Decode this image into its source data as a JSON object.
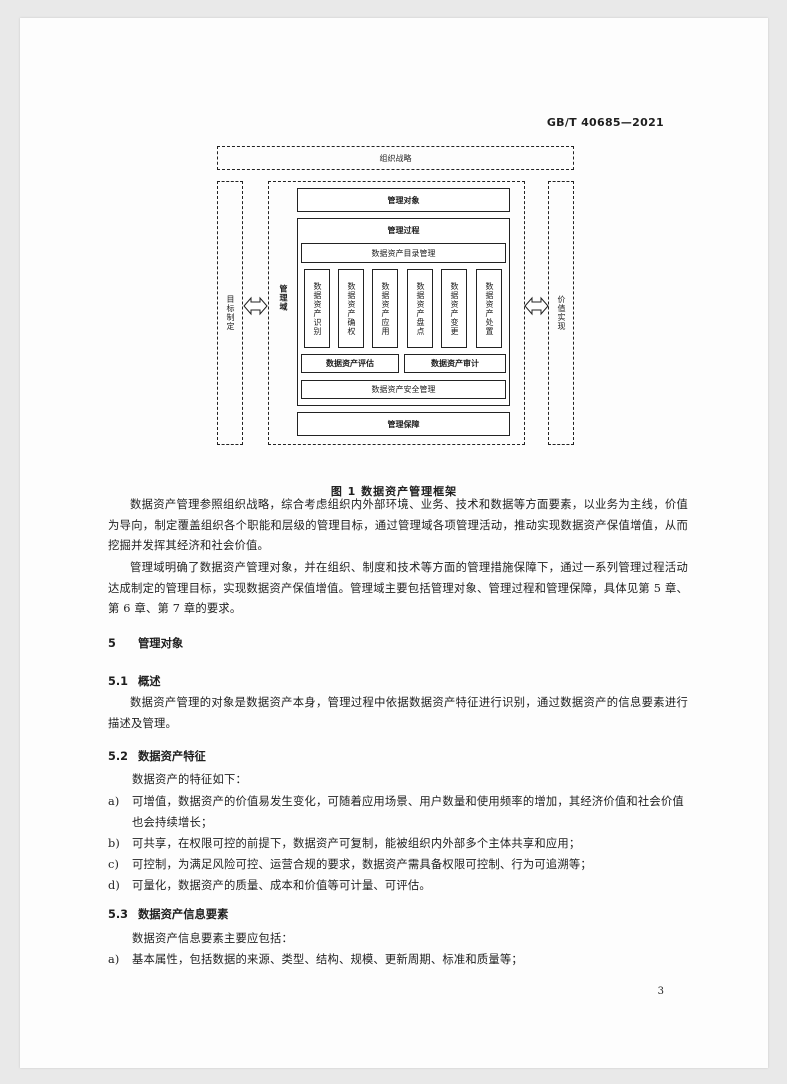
{
  "header": {
    "standard_number": "GB/T 40685—2021"
  },
  "figure": {
    "org_strategy": "组织战略",
    "left_column": "目标制定",
    "right_column": "价值实现",
    "domain_label": "管理域",
    "object_box": "管理对象",
    "process_box": "管理过程",
    "catalog_box": "数据资产目录管理",
    "activities": [
      "数据资产识别",
      "数据资产确权",
      "数据资产应用",
      "数据资产盘点",
      "数据资产变更",
      "数据资产处置"
    ],
    "evaluation_box": "数据资产评估",
    "audit_box": "数据资产审计",
    "security_box": "数据资产安全管理",
    "guarantee_box": "管理保障",
    "caption": "图 1   数据资产管理框架"
  },
  "paragraphs": {
    "p1": "数据资产管理参照组织战略，综合考虑组织内外部环境、业务、技术和数据等方面要素，以业务为主线，价值为导向，制定覆盖组织各个职能和层级的管理目标，通过管理域各项管理活动，推动实现数据资产保值增值，从而挖掘并发挥其经济和社会价值。",
    "p2": "管理域明确了数据资产管理对象，并在组织、制度和技术等方面的管理措施保障下，通过一系列管理过程活动达成制定的管理目标，实现数据资产保值增值。管理域主要包括管理对象、管理过程和管理保障，具体见第 5 章、第 6 章、第 7 章的要求。"
  },
  "section5": {
    "num": "5",
    "title": "管理对象"
  },
  "section5_1": {
    "num": "5.1",
    "title": "概述",
    "text": "数据资产管理的对象是数据资产本身，管理过程中依据数据资产特征进行识别，通过数据资产的信息要素进行描述及管理。"
  },
  "section5_2": {
    "num": "5.2",
    "title": "数据资产特征",
    "intro": "数据资产的特征如下：",
    "items": [
      {
        "marker": "a)",
        "text": "可增值，数据资产的价值易发生变化，可随着应用场景、用户数量和使用频率的增加，其经济价值和社会价值也会持续增长；"
      },
      {
        "marker": "b)",
        "text": "可共享，在权限可控的前提下，数据资产可复制，能被组织内外部多个主体共享和应用；"
      },
      {
        "marker": "c)",
        "text": "可控制，为满足风险可控、运营合规的要求，数据资产需具备权限可控制、行为可追溯等；"
      },
      {
        "marker": "d)",
        "text": "可量化，数据资产的质量、成本和价值等可计量、可评估。"
      }
    ]
  },
  "section5_3": {
    "num": "5.3",
    "title": "数据资产信息要素",
    "intro": "数据资产信息要素主要应包括：",
    "items": [
      {
        "marker": "a)",
        "text": "基本属性，包括数据的来源、类型、结构、规模、更新周期、标准和质量等；"
      }
    ]
  },
  "footer": {
    "page_number": "3"
  }
}
